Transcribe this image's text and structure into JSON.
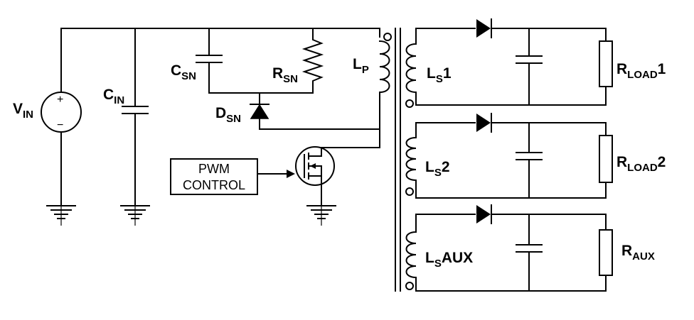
{
  "labels": {
    "vin": {
      "main": "V",
      "sub": "IN"
    },
    "cin": {
      "main": "C",
      "sub": "IN"
    },
    "csn": {
      "main": "C",
      "sub": "SN"
    },
    "rsn": {
      "main": "R",
      "sub": "SN"
    },
    "dsn": {
      "main": "D",
      "sub": "SN"
    },
    "lp": {
      "main": "L",
      "sub": "P"
    },
    "ls1": {
      "main": "L",
      "sub": "S",
      "tail": "1"
    },
    "ls2": {
      "main": "L",
      "sub": "S",
      "tail": "2"
    },
    "lsaux": {
      "main": "L",
      "sub": "S",
      "tail": "AUX"
    },
    "rload1": {
      "main": "R",
      "sub": "LOAD",
      "tail": "1"
    },
    "rload2": {
      "main": "R",
      "sub": "LOAD",
      "tail": "2"
    },
    "raux": {
      "main": "R",
      "sub": "AUX"
    }
  },
  "pwm_box": {
    "line1": "PWM",
    "line2": "CONTROL"
  },
  "source_signs": {
    "plus": "+",
    "minus": "−"
  }
}
